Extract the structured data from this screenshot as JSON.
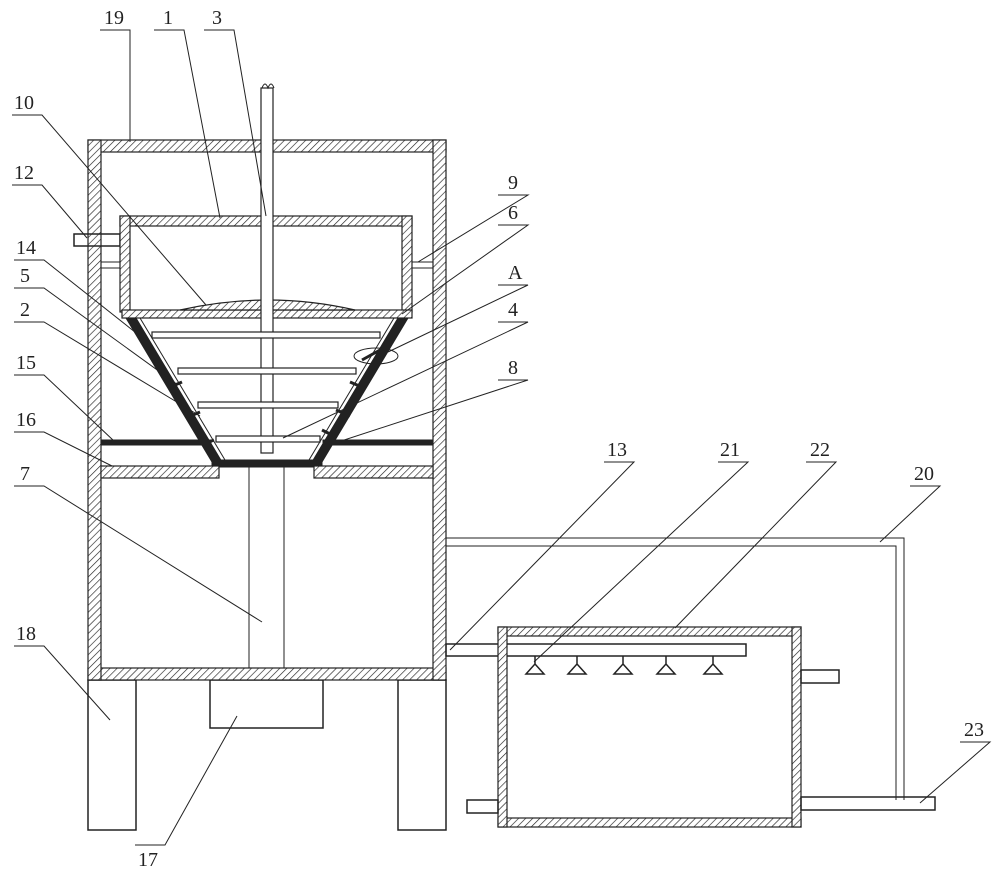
{
  "labels": {
    "l1": "1",
    "l2": "2",
    "l3": "3",
    "l4": "4",
    "l5": "5",
    "l6": "6",
    "l7": "7",
    "l8": "8",
    "l9": "9",
    "l10": "10",
    "l12": "12",
    "l13": "13",
    "l14": "14",
    "l15": "15",
    "l16": "16",
    "l17": "17",
    "l18": "18",
    "l19": "19",
    "l20": "20",
    "l21": "21",
    "l22": "22",
    "l23": "23",
    "lA": "A"
  },
  "colors": {
    "line": "#222222",
    "background": "#ffffff"
  }
}
